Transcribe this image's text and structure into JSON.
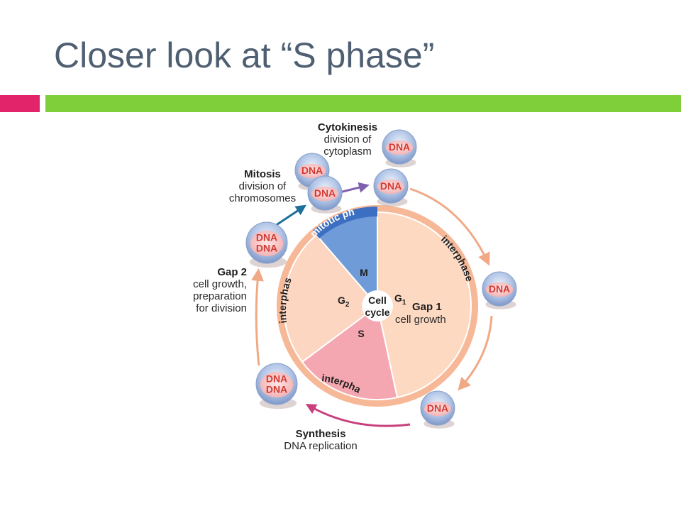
{
  "slide": {
    "title": "Closer look at “S phase”"
  },
  "colors": {
    "title_text": "#4f5f72",
    "accent_pink": "#e2246b",
    "accent_green": "#7ecf3a",
    "ring": "#f6b897",
    "g1_sector": "#fdd9c2",
    "g2_sector": "#fcd6c0",
    "s_sector": "#f4a7b0",
    "m_sector": "#6f9bd8",
    "m_sector_label_band": "#3c6fc2",
    "cycle_arrows": "#f1a985",
    "mitosis_arrow": "#1f6f9c",
    "cytokinesis_arrow": "#7f60b0",
    "synthesis_arrow": "#c93f7c",
    "dna_text": "#d23a33"
  },
  "diagram": {
    "center": {
      "line1": "Cell",
      "line2": "cycle"
    },
    "sectors": {
      "m": "M",
      "g1_main": "G",
      "g1_sub": "1",
      "g2_main": "G",
      "g2_sub": "2",
      "s": "S"
    },
    "ring_labels": {
      "mitotic": "mitotic ph",
      "interphase_right": "interphase",
      "interphase_left": "interphas",
      "interphase_bottom": "interpha"
    },
    "phase_labels": {
      "gap1": {
        "title": "Gap 1",
        "desc": "cell growth"
      },
      "gap2": {
        "title": "Gap 2",
        "desc_lines": [
          "cell growth,",
          "preparation",
          "for division"
        ]
      },
      "synthesis": {
        "title": "Synthesis",
        "desc": "DNA replication"
      },
      "mitosis": {
        "title": "Mitosis",
        "desc_lines": [
          "division of",
          "chromosomes"
        ]
      },
      "cytokinesis": {
        "title": "Cytokinesis",
        "desc_lines": [
          "division of",
          "cytoplasm"
        ]
      }
    },
    "cells": [
      {
        "id": "cytokinesis",
        "label_lines": [
          "DNA"
        ]
      },
      {
        "id": "mitosis-top",
        "label_lines": [
          "DNA"
        ]
      },
      {
        "id": "mitosis-bottom",
        "label_lines": [
          "DNA"
        ]
      },
      {
        "id": "new-cell",
        "label_lines": [
          "DNA"
        ]
      },
      {
        "id": "g1-cell",
        "label_lines": [
          "DNA"
        ]
      },
      {
        "id": "synthesis-cell",
        "label_lines": [
          "DNA"
        ]
      },
      {
        "id": "g2-lower",
        "label_lines": [
          "DNA",
          "DNA"
        ]
      },
      {
        "id": "g2-upper",
        "label_lines": [
          "DNA",
          "DNA"
        ]
      }
    ]
  }
}
